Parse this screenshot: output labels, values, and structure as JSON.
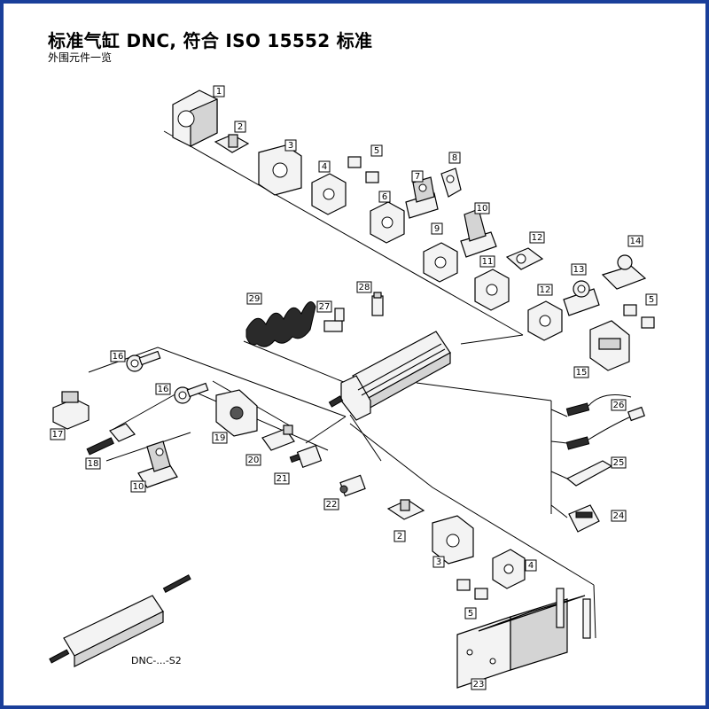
{
  "title": "标准气缸 DNC, 符合 ISO 15552 标准",
  "subtitle": "外围元件一览",
  "variant_label": "DNC-...-S2",
  "frame_color": "#1a3f9a",
  "callouts": [
    "1",
    "2",
    "3",
    "4",
    "5",
    "6",
    "7",
    "8",
    "9",
    "10",
    "11",
    "12",
    "12",
    "13",
    "14",
    "5",
    "15",
    "26",
    "25",
    "24",
    "29",
    "27",
    "28",
    "16",
    "16",
    "17",
    "18",
    "19",
    "20",
    "21",
    "22",
    "10",
    "2",
    "3",
    "4",
    "5",
    "23"
  ]
}
